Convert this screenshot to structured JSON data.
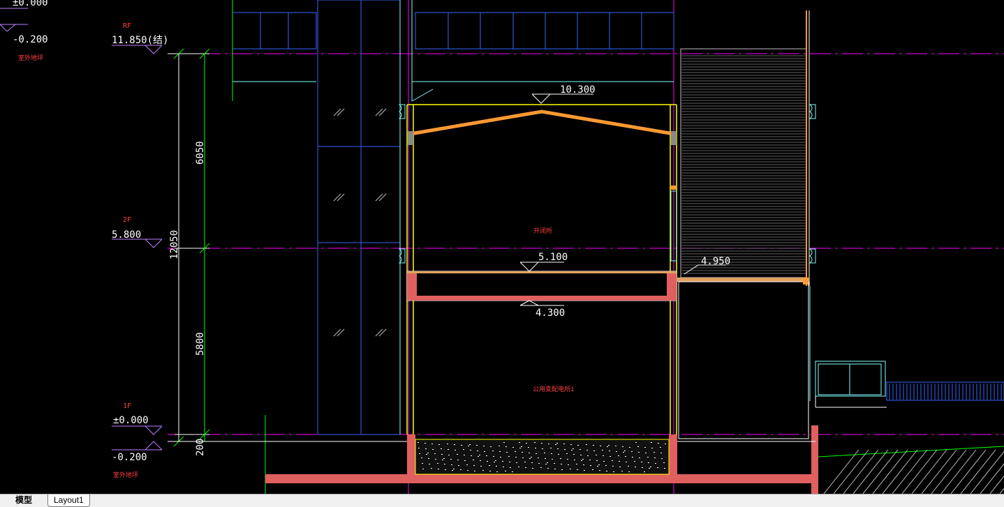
{
  "tabs": {
    "model": "模型",
    "layout1": "Layout1"
  },
  "levels": {
    "rf_label": "RF",
    "rf_value": "11.850(结)",
    "f2_label": "2F",
    "f2_value": "5.800",
    "f1_label": "1F",
    "f1_value": "±0.000",
    "ground_top_value": "±0.000",
    "ground_top_minus": "-0.200",
    "outdoor_value": "-0.200",
    "outdoor_label": "室外地坪",
    "outdoor_label_top": "室外地坪"
  },
  "elevations": {
    "roof_top": "10.300",
    "floor_5100": "5.100",
    "beam_4300": "4.300",
    "platform_4950": "4.950"
  },
  "dimensions": {
    "upper": "6050",
    "total": "12050",
    "lower": "5800",
    "base": "200"
  },
  "rooms": {
    "upper_room": "开闭所",
    "lower_room": "公用变配电所1"
  },
  "colors": {
    "background": "#000000",
    "level_line": "#ff00ff",
    "wall": "#ffff00",
    "slab": "#e06060",
    "roof": "#ff9933",
    "glazing": "#3366ff",
    "dimension": "#00ff00"
  }
}
